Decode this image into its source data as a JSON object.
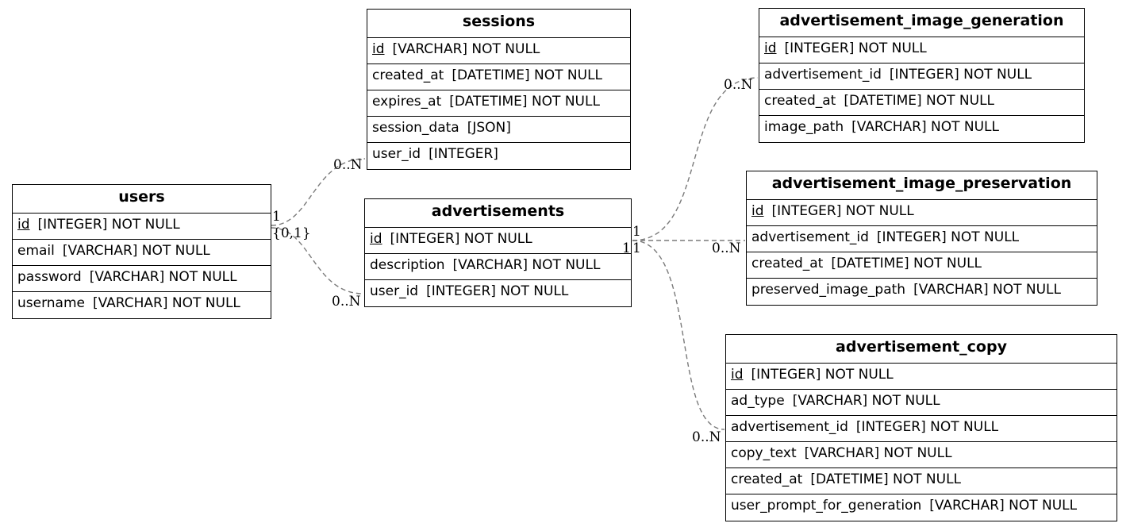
{
  "entities": {
    "users": {
      "name": "users",
      "fields": [
        {
          "name": "id",
          "type": "[INTEGER] NOT NULL",
          "pk": true
        },
        {
          "name": "email",
          "type": "[VARCHAR] NOT NULL",
          "pk": false
        },
        {
          "name": "password",
          "type": "[VARCHAR] NOT NULL",
          "pk": false
        },
        {
          "name": "username",
          "type": "[VARCHAR] NOT NULL",
          "pk": false
        }
      ]
    },
    "sessions": {
      "name": "sessions",
      "fields": [
        {
          "name": "id",
          "type": "[VARCHAR] NOT NULL",
          "pk": true
        },
        {
          "name": "created_at",
          "type": "[DATETIME] NOT NULL",
          "pk": false
        },
        {
          "name": "expires_at",
          "type": "[DATETIME] NOT NULL",
          "pk": false
        },
        {
          "name": "session_data",
          "type": "[JSON]",
          "pk": false
        },
        {
          "name": "user_id",
          "type": "[INTEGER]",
          "pk": false
        }
      ]
    },
    "advertisements": {
      "name": "advertisements",
      "fields": [
        {
          "name": "id",
          "type": "[INTEGER] NOT NULL",
          "pk": true
        },
        {
          "name": "description",
          "type": "[VARCHAR] NOT NULL",
          "pk": false
        },
        {
          "name": "user_id",
          "type": "[INTEGER] NOT NULL",
          "pk": false
        }
      ]
    },
    "advertisement_image_generation": {
      "name": "advertisement_image_generation",
      "fields": [
        {
          "name": "id",
          "type": "[INTEGER] NOT NULL",
          "pk": true
        },
        {
          "name": "advertisement_id",
          "type": "[INTEGER] NOT NULL",
          "pk": false
        },
        {
          "name": "created_at",
          "type": "[DATETIME] NOT NULL",
          "pk": false
        },
        {
          "name": "image_path",
          "type": "[VARCHAR] NOT NULL",
          "pk": false
        }
      ]
    },
    "advertisement_image_preservation": {
      "name": "advertisement_image_preservation",
      "fields": [
        {
          "name": "id",
          "type": "[INTEGER] NOT NULL",
          "pk": true
        },
        {
          "name": "advertisement_id",
          "type": "[INTEGER] NOT NULL",
          "pk": false
        },
        {
          "name": "created_at",
          "type": "[DATETIME] NOT NULL",
          "pk": false
        },
        {
          "name": "preserved_image_path",
          "type": "[VARCHAR] NOT NULL",
          "pk": false
        }
      ]
    },
    "advertisement_copy": {
      "name": "advertisement_copy",
      "fields": [
        {
          "name": "id",
          "type": "[INTEGER] NOT NULL",
          "pk": true
        },
        {
          "name": "ad_type",
          "type": "[VARCHAR] NOT NULL",
          "pk": false
        },
        {
          "name": "advertisement_id",
          "type": "[INTEGER] NOT NULL",
          "pk": false
        },
        {
          "name": "copy_text",
          "type": "[VARCHAR] NOT NULL",
          "pk": false
        },
        {
          "name": "created_at",
          "type": "[DATETIME] NOT NULL",
          "pk": false
        },
        {
          "name": "user_prompt_for_generation",
          "type": "[VARCHAR] NOT NULL",
          "pk": false
        }
      ]
    }
  },
  "relationships": [
    {
      "id": "users-sessions",
      "from": "users",
      "to": "sessions",
      "from_card": "1",
      "to_card": "0..N"
    },
    {
      "id": "users-advertisements",
      "from": "users",
      "to": "advertisements",
      "from_card": "{0,1}",
      "to_card": "0..N"
    },
    {
      "id": "ads-imagegen",
      "from": "advertisements",
      "to": "advertisement_image_generation",
      "from_card": "1",
      "to_card": "0..N"
    },
    {
      "id": "ads-imagepres",
      "from": "advertisements",
      "to": "advertisement_image_preservation",
      "from_card": "1",
      "to_card": "0..N"
    },
    {
      "id": "ads-copy",
      "from": "advertisements",
      "to": "advertisement_copy",
      "from_card": "1",
      "to_card": "0..N"
    }
  ],
  "colors": {
    "line": "#7a7a7a",
    "border": "#000000",
    "background": "#ffffff"
  }
}
